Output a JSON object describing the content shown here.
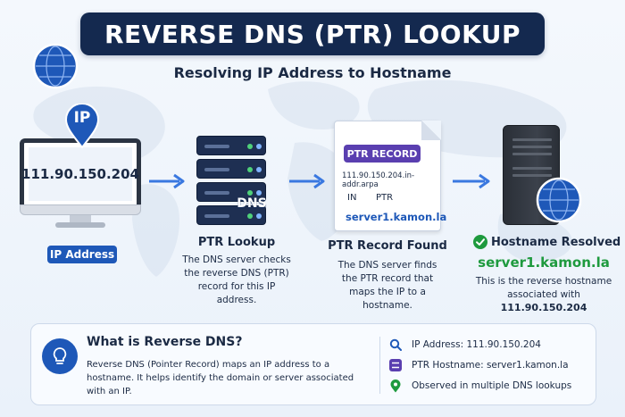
{
  "header": {
    "title": "REVERSE DNS (PTR) LOOKUP",
    "subtitle": "Resolving IP Address to Hostname"
  },
  "colors": {
    "navy": "#14294f",
    "primary_blue": "#1e58b8",
    "ptr_purple": "#5a3fb0",
    "success_green": "#1e9a3e"
  },
  "steps": {
    "ip": {
      "icon": "monitor-icon",
      "pin_label": "IP",
      "screen_ip": "111.90.150.204",
      "label": "IP Address"
    },
    "lookup": {
      "icon": "dns-server-icon",
      "badge": "DNS",
      "title": "PTR Lookup",
      "description": "The DNS server checks the reverse DNS (PTR) record for this IP address."
    },
    "record": {
      "icon": "document-icon",
      "badge": "PTR RECORD",
      "arpa": "111.90.150.204.in-addr.arpa",
      "class": "IN",
      "type": "PTR",
      "hostname": "server1.kamon.la",
      "title": "PTR Record Found",
      "description": "The DNS server finds the PTR record that maps the IP to a hostname."
    },
    "resolved": {
      "icon": "server-tower-icon",
      "title": "Hostname Resolved",
      "hostname": "server1.kamon.la",
      "description": "This is the reverse hostname associated with",
      "ip": "111.90.150.204"
    }
  },
  "info": {
    "title": "What is Reverse DNS?",
    "body": "Reverse DNS (Pointer Record) maps an IP address to a hostname. It helps identify the domain or server associated with an IP.",
    "items": [
      {
        "icon": "search-icon",
        "text": "IP Address: 111.90.150.204"
      },
      {
        "icon": "server-icon",
        "text": "PTR Hostname: server1.kamon.la"
      },
      {
        "icon": "location-pin-icon",
        "text": "Observed in multiple DNS lookups"
      }
    ]
  }
}
